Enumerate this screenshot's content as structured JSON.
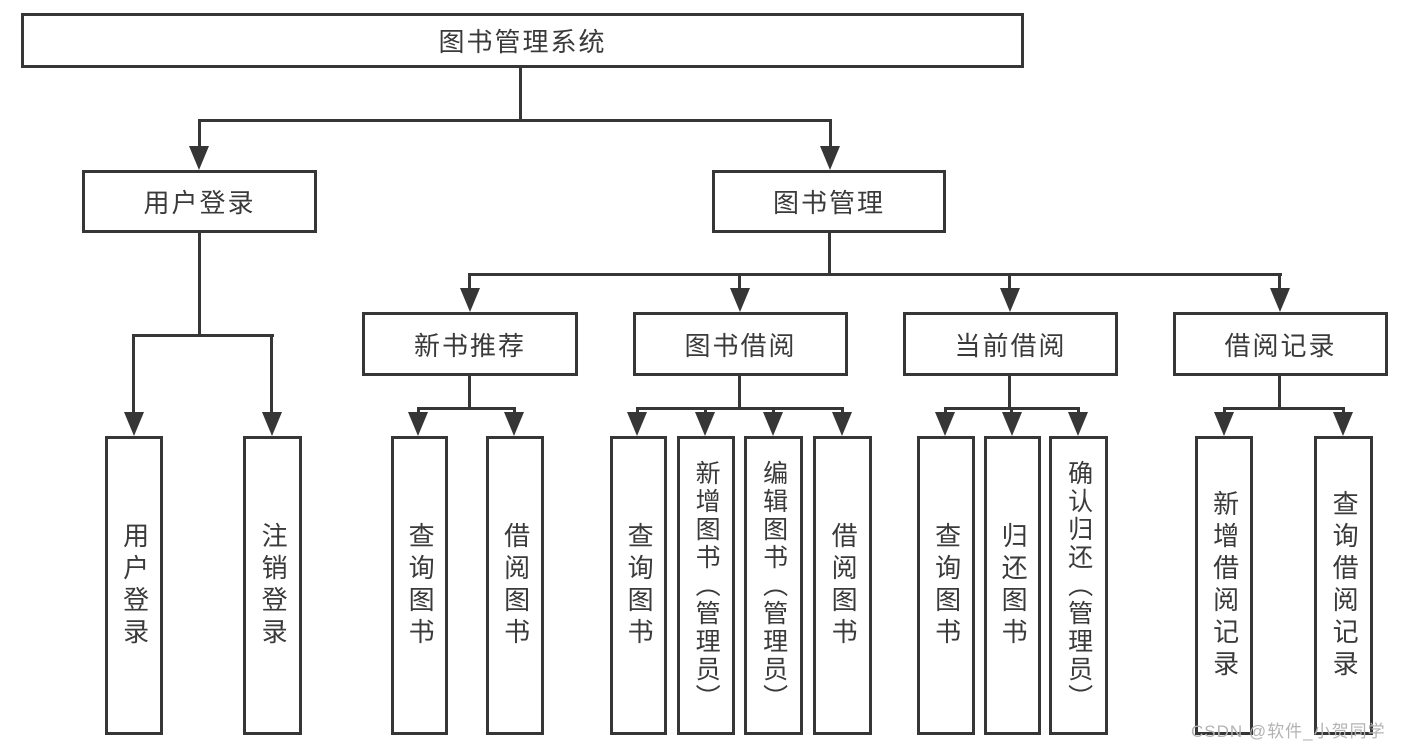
{
  "page": {
    "background": "#ffffff"
  },
  "diagram": {
    "type": "tree",
    "line_color": "#363636",
    "text_color": "#3a3a3a",
    "watermark": {
      "text": "CSDN @软件_小贺同学",
      "color": "#b3b3b3"
    },
    "nodes": {
      "root": {
        "label": "图书管理系统",
        "level": 1,
        "parent": null
      },
      "user_login": {
        "label": "用户登录",
        "level": 2,
        "parent": "root"
      },
      "book_mgmt": {
        "label": "图书管理",
        "level": 2,
        "parent": "root"
      },
      "new_book_rec": {
        "label": "新书推荐",
        "level": 3,
        "parent": "book_mgmt"
      },
      "book_borrow": {
        "label": "图书借阅",
        "level": 3,
        "parent": "book_mgmt"
      },
      "current_borrow": {
        "label": "当前借阅",
        "level": 3,
        "parent": "book_mgmt"
      },
      "borrow_record": {
        "label": "借阅记录",
        "level": 3,
        "parent": "book_mgmt"
      },
      "leaf_user_login": {
        "label": "用户登录",
        "level": 4,
        "parent": "user_login"
      },
      "leaf_logout": {
        "label": "注销登录",
        "level": 4,
        "parent": "user_login"
      },
      "leaf_query_book_a": {
        "label": "查询图书",
        "level": 4,
        "parent": "new_book_rec"
      },
      "leaf_borrow_book_a": {
        "label": "借阅图书",
        "level": 4,
        "parent": "new_book_rec"
      },
      "leaf_query_book_b": {
        "label": "查询图书",
        "level": 4,
        "parent": "book_borrow"
      },
      "leaf_add_book": {
        "label": "新增图书（管理员）",
        "level": 4,
        "parent": "book_borrow"
      },
      "leaf_edit_book": {
        "label": "编辑图书（管理员）",
        "level": 4,
        "parent": "book_borrow"
      },
      "leaf_borrow_book_b": {
        "label": "借阅图书",
        "level": 4,
        "parent": "book_borrow"
      },
      "leaf_query_book_c": {
        "label": "查询图书",
        "level": 4,
        "parent": "current_borrow"
      },
      "leaf_return_book": {
        "label": "归还图书",
        "level": 4,
        "parent": "current_borrow"
      },
      "leaf_confirm_return": {
        "label": "确认归还（管理员）",
        "level": 4,
        "parent": "current_borrow"
      },
      "leaf_add_borrow_record": {
        "label": "新增借阅记录",
        "level": 4,
        "parent": "borrow_record"
      },
      "leaf_query_borrow_record": {
        "label": "查询借阅记录",
        "level": 4,
        "parent": "borrow_record"
      }
    }
  }
}
